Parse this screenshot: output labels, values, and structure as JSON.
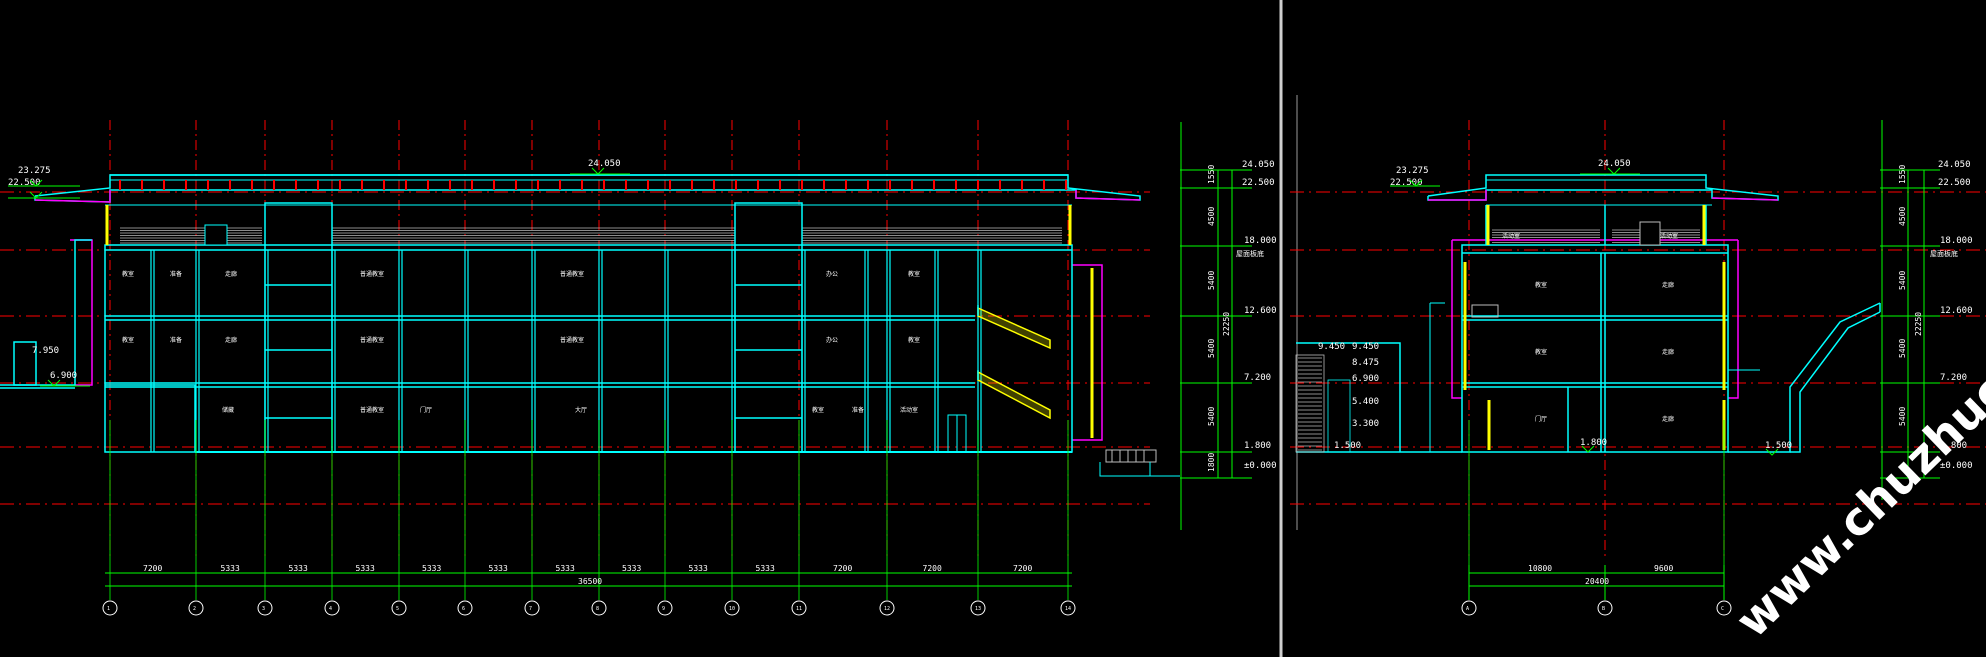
{
  "long_section": {
    "elevations_left": [
      "23.275",
      "22.500",
      "7.950",
      "6.900"
    ],
    "roof_top": "24.050",
    "stair_note": "",
    "right_elevations": [
      "24.050",
      "22.500",
      "18.000",
      "12.600",
      "7.200",
      "1.800",
      "±0.000"
    ],
    "right_floor_note": "屋面板底",
    "vertical_dims": [
      "1550",
      "4500",
      "5400",
      "5400",
      "5400",
      "1800",
      "22250"
    ],
    "bay_dims": [
      "7200",
      "5333",
      "5333",
      "5333",
      "5333",
      "5333",
      "5333",
      "5333",
      "5333",
      "5333",
      "7200",
      "7200",
      "7200"
    ],
    "total_dim": "36500",
    "axis_labels": [
      "1",
      "2",
      "3",
      "4",
      "5",
      "6",
      "7",
      "8",
      "9",
      "10",
      "11",
      "12",
      "13",
      "14"
    ],
    "rooms_floor3": [
      "教室",
      "准备",
      "走廊",
      "普通教室",
      "普通教室",
      "办公",
      "教室"
    ],
    "rooms_floor2": [
      "教室",
      "准备",
      "走廊",
      "普通教室",
      "普通教室",
      "办公",
      "教室"
    ],
    "rooms_floor1": [
      "储藏",
      "普通教室",
      "门厅",
      "大厅",
      "教室",
      "准备",
      "活动室"
    ]
  },
  "cross_section": {
    "roof_top": "24.050",
    "elevations_left": [
      "23.275",
      "22.500"
    ],
    "left_stair_elevs": [
      "9.450",
      "9.450",
      "8.475",
      "6.900",
      "5.400",
      "3.300",
      "1.500"
    ],
    "inner_elevs": [
      "1.800",
      "1.500"
    ],
    "right_elevations": [
      "24.050",
      "22.500",
      "18.000",
      "12.600",
      "7.200",
      "1.800",
      "±0.000"
    ],
    "right_floor_note": "屋面板底",
    "vertical_dims": [
      "1550",
      "4500",
      "5400",
      "5400",
      "5400",
      "22250"
    ],
    "bay_dims": [
      "10800",
      "9600"
    ],
    "total_dim": "20400",
    "axis_labels": [
      "A",
      "B",
      "C"
    ],
    "rooms_top": [
      "活动室",
      "活动室"
    ],
    "rooms_floor3": [
      "教室",
      "走廊"
    ],
    "rooms_floor2": [
      "教室",
      "走廊"
    ],
    "rooms_floor1": [
      "门厅",
      "走廊"
    ]
  },
  "watermark": "www.chuzhuo.com",
  "colors": {
    "background": "#000000",
    "wall": "#00ffff",
    "grid_axis": "#ff0000",
    "dimension": "#00ff00",
    "accent_magenta": "#ff00ff",
    "accent_yellow": "#ffff00",
    "text": "#ffffff"
  }
}
